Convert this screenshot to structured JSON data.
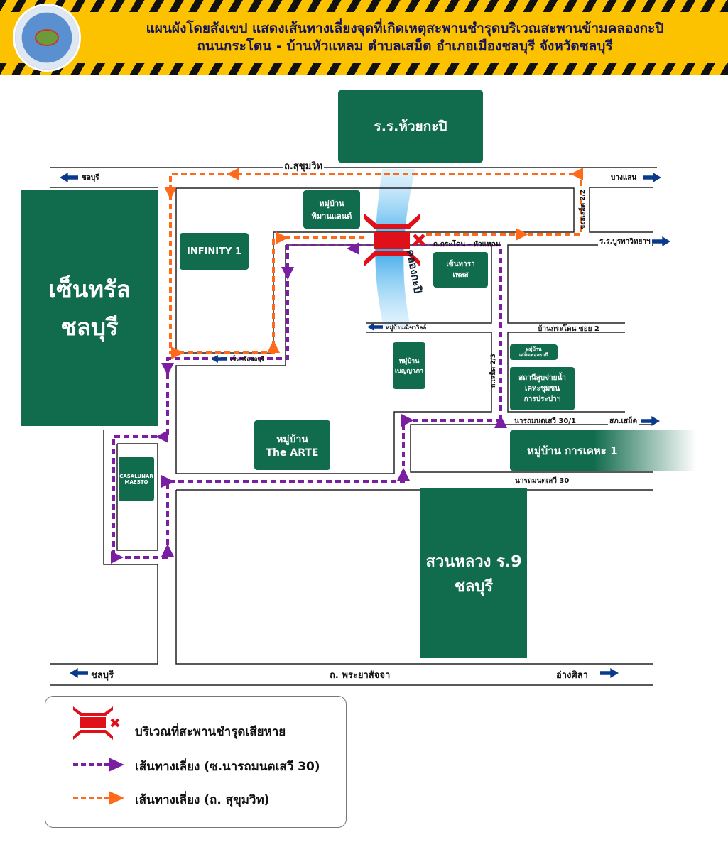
{
  "header": {
    "title_line1": "แผนผังโดยสังเขป แสดงเส้นทางเลี่ยงจุดที่เกิดเหตุสะพานชำรุดบริเวณสะพานข้ามคลองกะปิ",
    "title_line2": "ถนนกระโดน - บ้านหัวแหลม  ตำบลเสม็ด  อำเภอเมืองชลบุรี  จังหวัดชลบุรี",
    "logo_icon": "municipality-seal-icon"
  },
  "colors": {
    "green": "#116b4d",
    "orange": "#ff6a1a",
    "purple": "#7a1fa2",
    "arrow": "#0a3a8c",
    "damage": "#e0101a",
    "river": "#4fb6ee"
  },
  "places": {
    "school_huaikapi": "ร.ร.ห้วยกะปิ",
    "central_1": "เซ็นทรัล",
    "central_2": "ชลบุรี",
    "pimanland_1": "หมู่บ้าน",
    "pimanland_2": "พิมานแลนด์",
    "infinity": "INFINITY 1",
    "centara_1": "เซ็นทารา",
    "centara_2": "เพลส",
    "benyapa_1": "หมู่บ้าน",
    "benyapa_2": "เบญญาภา",
    "samet_1": "หมู่บ้าน",
    "samet_2": "เสม็ดทองธานี",
    "water_1": "สถานีสูบจ่ายน้ำ",
    "water_2": "เคหะชุมชน",
    "water_3": "การประปาฯ",
    "arte_1": "หมู่บ้าน",
    "arte_2": "The ARTE",
    "kheha": "หมู่บ้าน การเคหะ 1",
    "casa_1": "CASALUNAR",
    "casa_2": "MAESTO",
    "park_1": "สวนหลวง ร.9",
    "park_2": "ชลบุรี",
    "canal": "คลองกะปิ"
  },
  "roads": {
    "sukhumvit": "ถ.สุขุมวิท",
    "to_chonburi_top": "ชลบุรี",
    "to_bangsaen": "บางแสน",
    "soi_samet_22": "ซอยเสม็ด 2/2",
    "to_burapha": "ร.ร.บูรพาวิทยาฯ",
    "krathon": "ถ.กระโดน - หัวแหลม",
    "nichaville": "หมู่บ้านณิชาวิลล์",
    "krathon_soi2": "บ้านกระโดน ซอย 2",
    "central_road": "เซ็นทรัลชลบุรี",
    "samet_23": "ถ.เสม็ด 2/3",
    "narathamon_301": "นารถมนตเสวี 30/1",
    "to_police": "สภ.เสม็ด",
    "narathamon_30": "นารถมนตเสวี 30",
    "to_chonburi_bottom": "ชลบุรี",
    "phraya": "ถ. พระยาสัจจา",
    "to_angsila": "อ่างศิลา"
  },
  "legend": {
    "damage": "บริเวณที่สะพานชำรุดเสียหาย",
    "route_purple": "เส้นทางเลี่ยง (ซ.นารถมนตเสวี 30)",
    "route_orange": "เส้นทางเลี่ยง (ถ. สุขุมวิท)"
  }
}
